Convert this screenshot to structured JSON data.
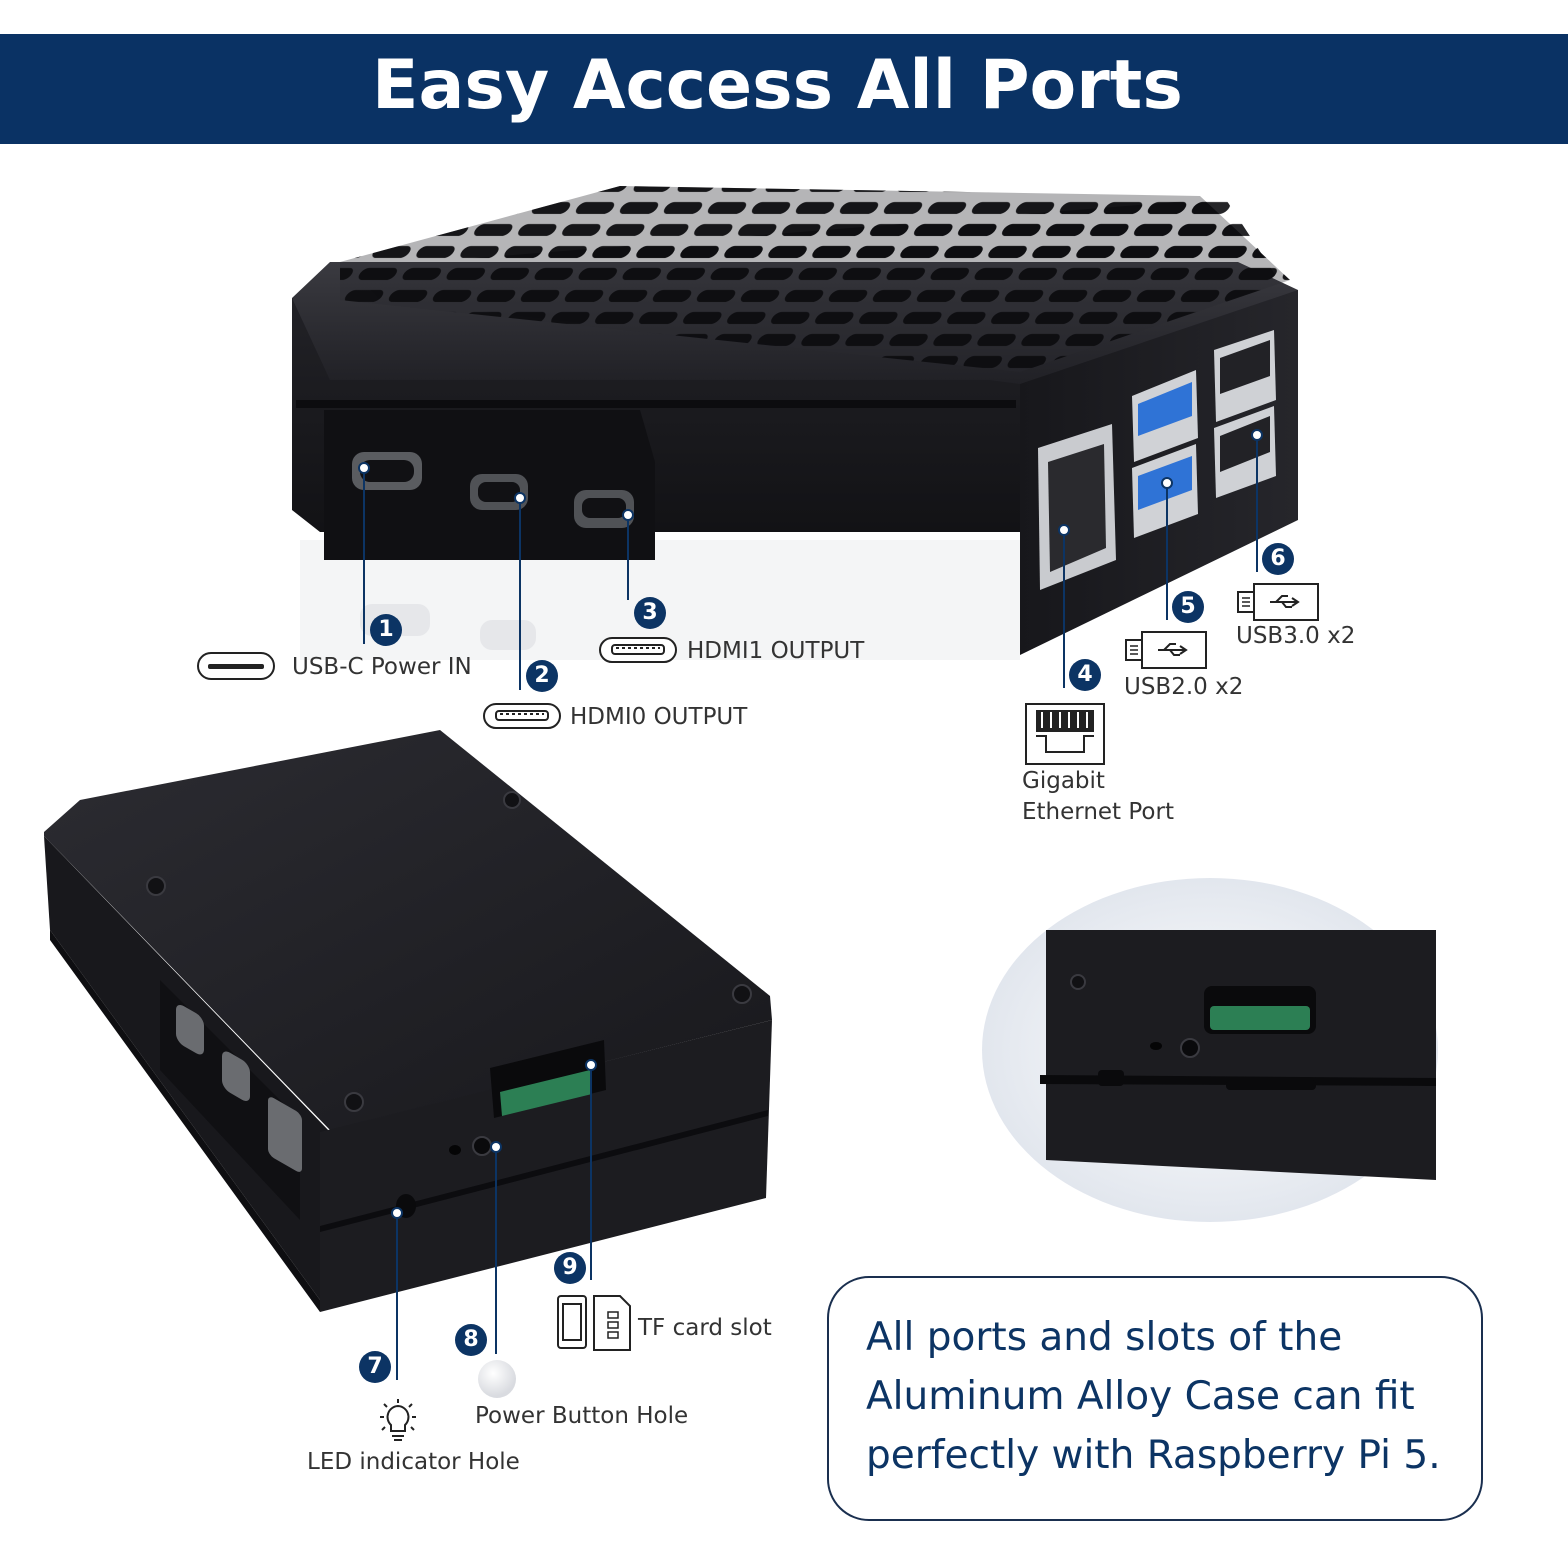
{
  "header": {
    "title": "Easy Access All Ports"
  },
  "ports": [
    {
      "number": "1",
      "label": "USB-C Power IN",
      "icon": "usb-c-port-icon"
    },
    {
      "number": "2",
      "label": "HDMI0 OUTPUT",
      "icon": "micro-hdmi-icon"
    },
    {
      "number": "3",
      "label": "HDMI1 OUTPUT",
      "icon": "micro-hdmi-icon"
    },
    {
      "number": "4",
      "label_line1": "Gigabit",
      "label_line2": "Ethernet Port",
      "icon": "ethernet-port-icon"
    },
    {
      "number": "5",
      "label": "USB2.0 x2",
      "icon": "usb-plug-icon"
    },
    {
      "number": "6",
      "label": "USB3.0 x2",
      "icon": "usb-plug-icon"
    },
    {
      "number": "7",
      "label": "LED indicator Hole",
      "icon": "light-bulb-icon"
    },
    {
      "number": "8",
      "label": "Power Button Hole",
      "icon": "power-button-icon"
    },
    {
      "number": "9",
      "label": "TF card slot",
      "icon": "sd-card-icon"
    }
  ],
  "callout": {
    "line1": "All ports and slots of the",
    "line2": "Aluminum Alloy Case can fit",
    "line3": "perfectly with Raspberry Pi 5."
  },
  "colors": {
    "banner": "#0a3264",
    "badge": "#0c3464",
    "case_body": "#1c1c20",
    "usb3_blue": "#2f73d6"
  }
}
